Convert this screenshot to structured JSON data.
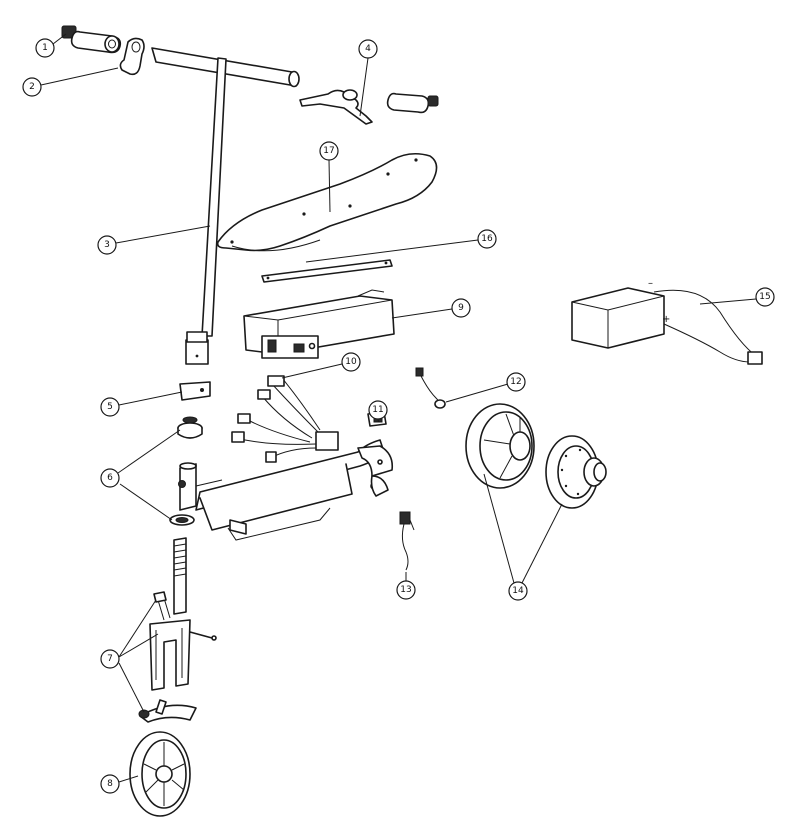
{
  "callouts": {
    "c1": "1",
    "c2": "2",
    "c3": "3",
    "c4": "4",
    "c5": "5",
    "c6": "6",
    "c7": "7",
    "c8": "8",
    "c9": "9",
    "c10": "10",
    "c11": "11",
    "c12": "12",
    "c13": "13",
    "c14": "14",
    "c15": "15",
    "c16": "16",
    "c17": "17"
  },
  "battery": {
    "negative": "–",
    "positive": "+"
  }
}
